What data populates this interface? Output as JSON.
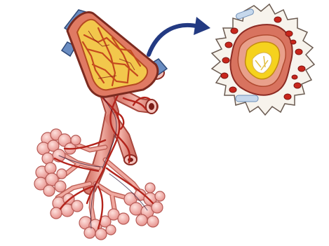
{
  "figure": {
    "caption": "",
    "colors": {
      "background": "#ffffff",
      "airway_wall": "#e8a39a",
      "airway_outline": "#8c2a22",
      "blood_vessel": "#b3241c",
      "alveoli": "#f3b4b0",
      "mucus": "#f3c624",
      "muscle": "#c14a22",
      "arrow": "#2a3f86",
      "cartilage": "#5a7fb3",
      "inset_fill": "#f7f3ec"
    },
    "icons": [
      "bronchial-tree",
      "airway-cross-section-inset",
      "magnify-arrow"
    ]
  }
}
